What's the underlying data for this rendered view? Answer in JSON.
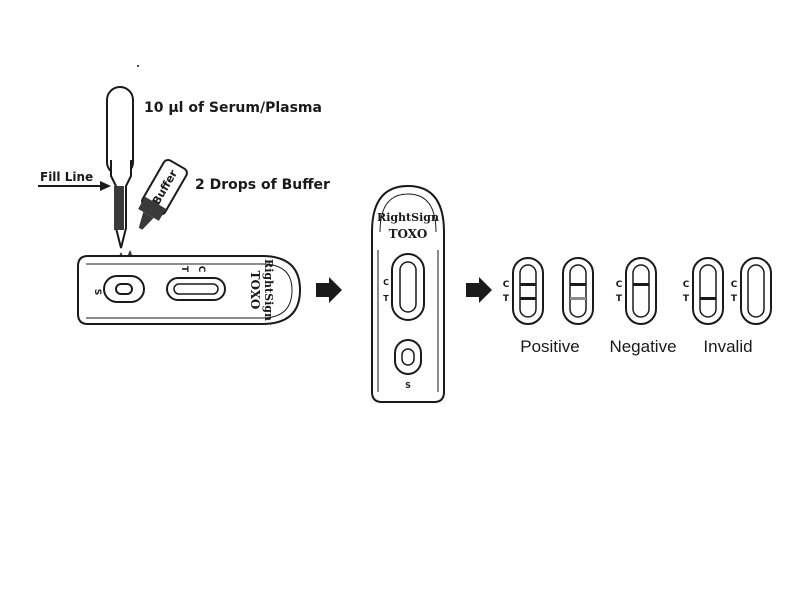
{
  "labels": {
    "serum": "10 µl of Serum/Plasma",
    "fill_line": "Fill Line",
    "buffer_drops": "2 Drops of Buffer",
    "buffer_bottle": "Buffer"
  },
  "cassette": {
    "brand": "RightSign",
    "product": "TOXO",
    "sample_mark": "S",
    "control_mark": "C",
    "test_mark": "T"
  },
  "results": {
    "positive": "Positive",
    "negative": "Negative",
    "invalid": "Invalid"
  },
  "strips": [
    {
      "c": "C",
      "t": "T",
      "c_line": "strong",
      "t_line": "strong"
    },
    {
      "c": "",
      "t": "",
      "c_line": "strong",
      "t_line": "faint"
    },
    {
      "c": "C",
      "t": "T",
      "c_line": "strong",
      "t_line": "none"
    },
    {
      "c": "C",
      "t": "T",
      "c_line": "none",
      "t_line": "strong"
    },
    {
      "c": "C",
      "t": "T",
      "c_line": "none",
      "t_line": "none"
    }
  ],
  "colors": {
    "ink": "#1a1a1a",
    "line_strong": "#1a1a1a",
    "line_faint": "#8c8c8c"
  }
}
